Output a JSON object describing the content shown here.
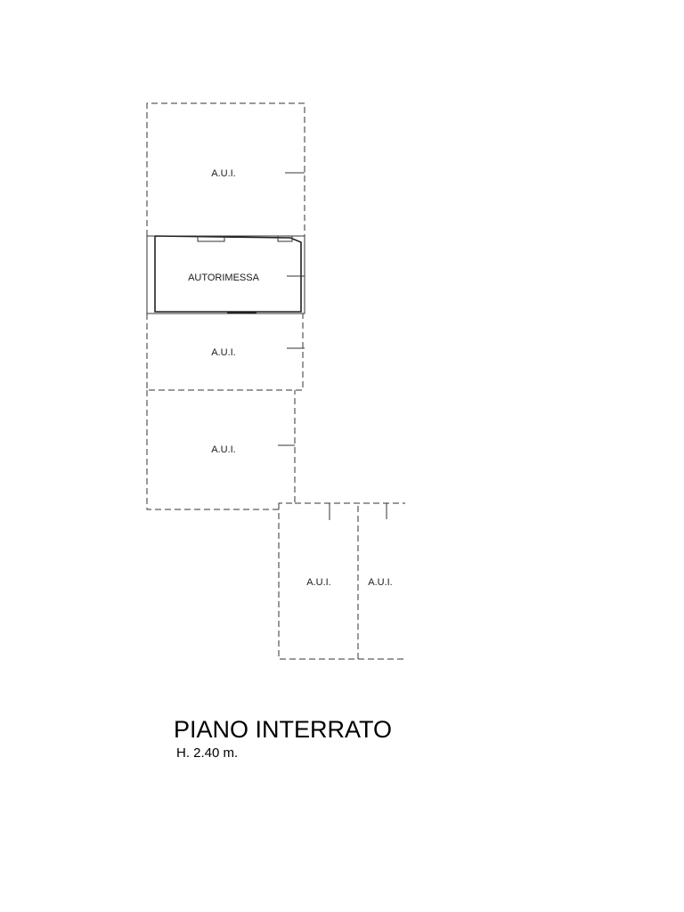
{
  "plan": {
    "title": "PIANO INTERRATO",
    "height_note": "H. 2.40 m.",
    "rooms": {
      "aui_top": "A.U.I.",
      "garage": "AUTORIMESSA",
      "aui_mid": "A.U.I.",
      "aui_lower": "A.U.I.",
      "aui_bottom_left": "A.U.I.",
      "aui_bottom_right": "A.U.I."
    }
  }
}
